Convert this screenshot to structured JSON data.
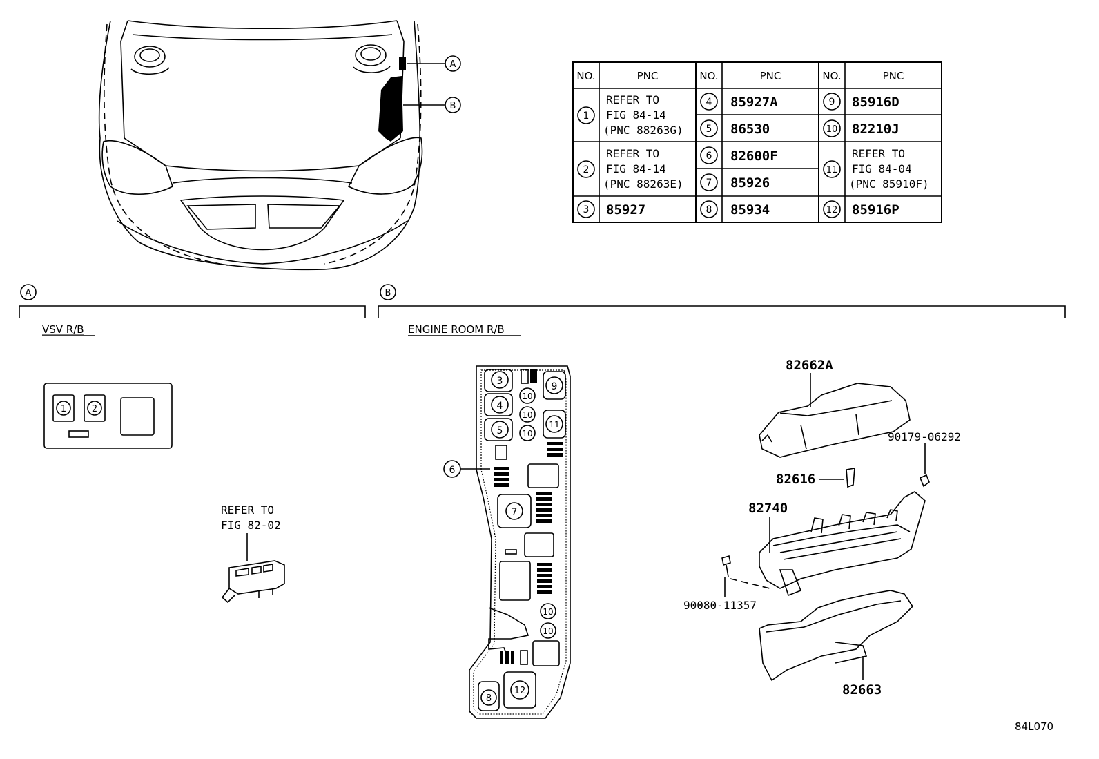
{
  "table": {
    "headers": [
      "NO.",
      "PNC",
      "NO.",
      "PNC",
      "NO.",
      "PNC"
    ],
    "col1": [
      {
        "no": "1",
        "pnc": [
          "REFER TO",
          "FIG 84-14",
          "(PNC 88263G)"
        ]
      },
      {
        "no": "2",
        "pnc": [
          "REFER TO",
          "FIG 84-14",
          "(PNC 88263E)"
        ]
      },
      {
        "no": "3",
        "pnc": [
          "85927"
        ]
      }
    ],
    "col2": [
      {
        "no": "4",
        "pnc": "85927A"
      },
      {
        "no": "5",
        "pnc": "86530"
      },
      {
        "no": "6",
        "pnc": "82600F"
      },
      {
        "no": "7",
        "pnc": "85926"
      },
      {
        "no": "8",
        "pnc": "85934"
      }
    ],
    "col3": [
      {
        "no": "9",
        "pnc": [
          "85916D"
        ]
      },
      {
        "no": "10",
        "pnc": [
          "82210J"
        ]
      },
      {
        "no": "11",
        "pnc": [
          "REFER TO",
          "FIG 84-04",
          "(PNC 85910F)"
        ]
      },
      {
        "no": "12",
        "pnc": [
          "85916P"
        ]
      }
    ]
  },
  "car_callouts": {
    "a": "A",
    "b": "B"
  },
  "section_a": {
    "marker": "A",
    "title": "VSV R/B",
    "refer": [
      "REFER TO",
      "FIG 82-02"
    ],
    "slots": [
      "1",
      "2"
    ]
  },
  "section_b": {
    "marker": "B",
    "title": "ENGINE ROOM R/B"
  },
  "fuse_box_labels": [
    "3",
    "4",
    "5",
    "9",
    "11",
    "10",
    "10",
    "10",
    "6",
    "7",
    "10",
    "10",
    "8",
    "12"
  ],
  "parts": {
    "p1": "82662A",
    "p2": "90179-06292",
    "p3": "82616",
    "p4": "82740",
    "p5": "90080-11357",
    "p6": "82663"
  },
  "figure_code": "84L070"
}
